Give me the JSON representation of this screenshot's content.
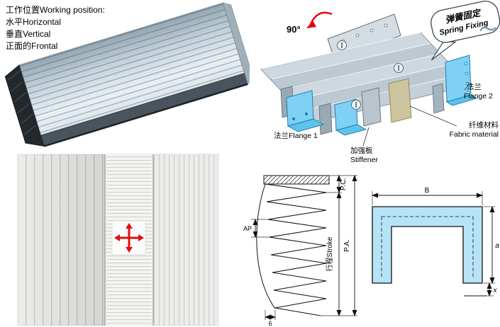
{
  "colors": {
    "accent_red": "#e60012",
    "flange_blue": "#7ed1f5",
    "fabric_tan": "#cbc49c",
    "steel_gray": "#c6d2da"
  },
  "working_position": {
    "title": "工作位置Working position:",
    "horizontal": "水平Horizontal",
    "vertical": "垂直Vertical",
    "frontal": "正面的Frontal"
  },
  "exploded": {
    "rotation_angle": "90°",
    "spring_fixing_cn": "弹簧固定",
    "spring_fixing_en": "Spring Fixing",
    "flange1_label": "法兰Flange 1",
    "flange2_cn": "法兰",
    "flange2_en": "Flange 2",
    "fabric_cn": "纤维材料",
    "fabric_en": "Fabric material",
    "stiffener_cn": "加强板",
    "stiffener_en": "Stiffener"
  },
  "profile_drawing": {
    "pc_label": "P.C.",
    "stroke_label": "行程Stroke",
    "pa_label": "P.A.",
    "ap_label": "AP",
    "thickness_label": "6"
  },
  "channel_drawing": {
    "width_label": "B",
    "height_label": "a",
    "gap_label": "x"
  }
}
